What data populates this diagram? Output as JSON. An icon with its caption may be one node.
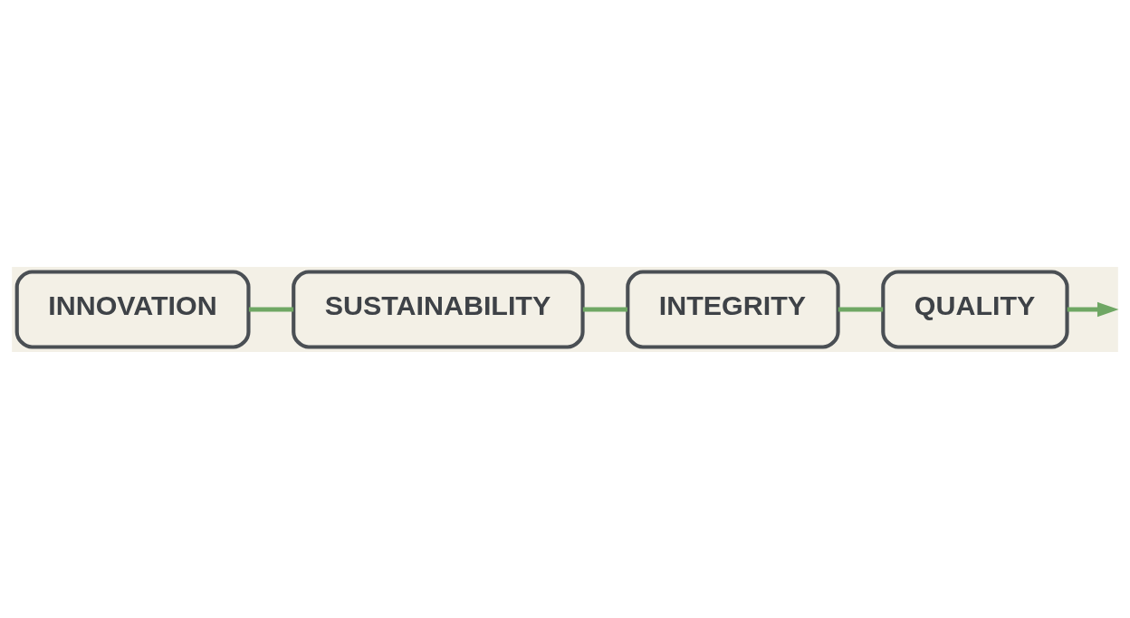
{
  "diagram": {
    "nodes": [
      {
        "text": [
          "INNOVATION"
        ]
      },
      {
        "text": [
          "SUSTAINABILITY"
        ]
      },
      {
        "text": [
          "INTEGRITY"
        ]
      },
      {
        "text": [
          "QUALITY"
        ]
      }
    ],
    "edges": [
      {
        "from": 0,
        "to": 1,
        "arrow": "none",
        "color": "#6fa764"
      },
      {
        "from": 1,
        "to": 2,
        "arrow": "none",
        "color": "#6fa764"
      },
      {
        "from": 2,
        "to": 3,
        "arrow": "none",
        "color": "#6fa764"
      },
      {
        "from": 3,
        "to": null,
        "arrow": "to",
        "color": "#6fa764"
      }
    ]
  }
}
